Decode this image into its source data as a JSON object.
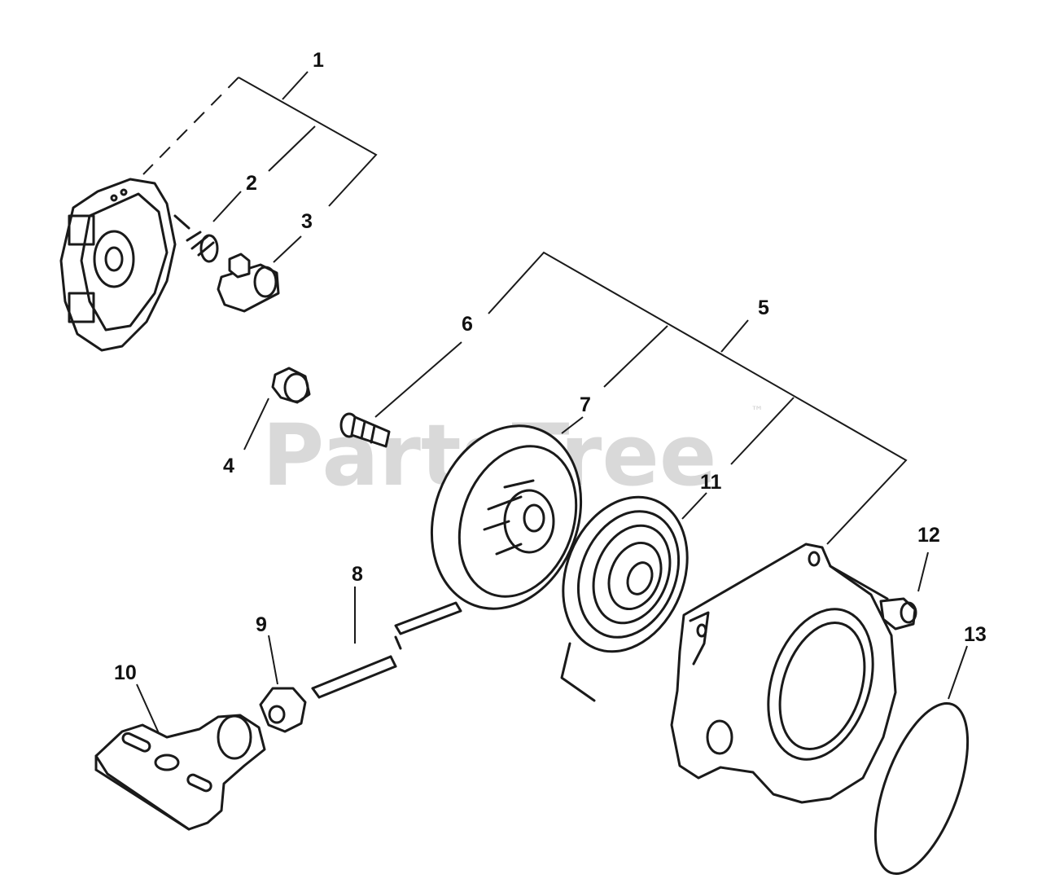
{
  "diagram": {
    "watermark": "PartsTree",
    "watermark_mark": "™",
    "callouts": {
      "c1": "1",
      "c2": "2",
      "c3": "3",
      "c4": "4",
      "c5": "5",
      "c6": "6",
      "c7": "7",
      "c8": "8",
      "c9": "9",
      "c10": "10",
      "c11": "11",
      "c12": "12",
      "c13": "13"
    }
  }
}
